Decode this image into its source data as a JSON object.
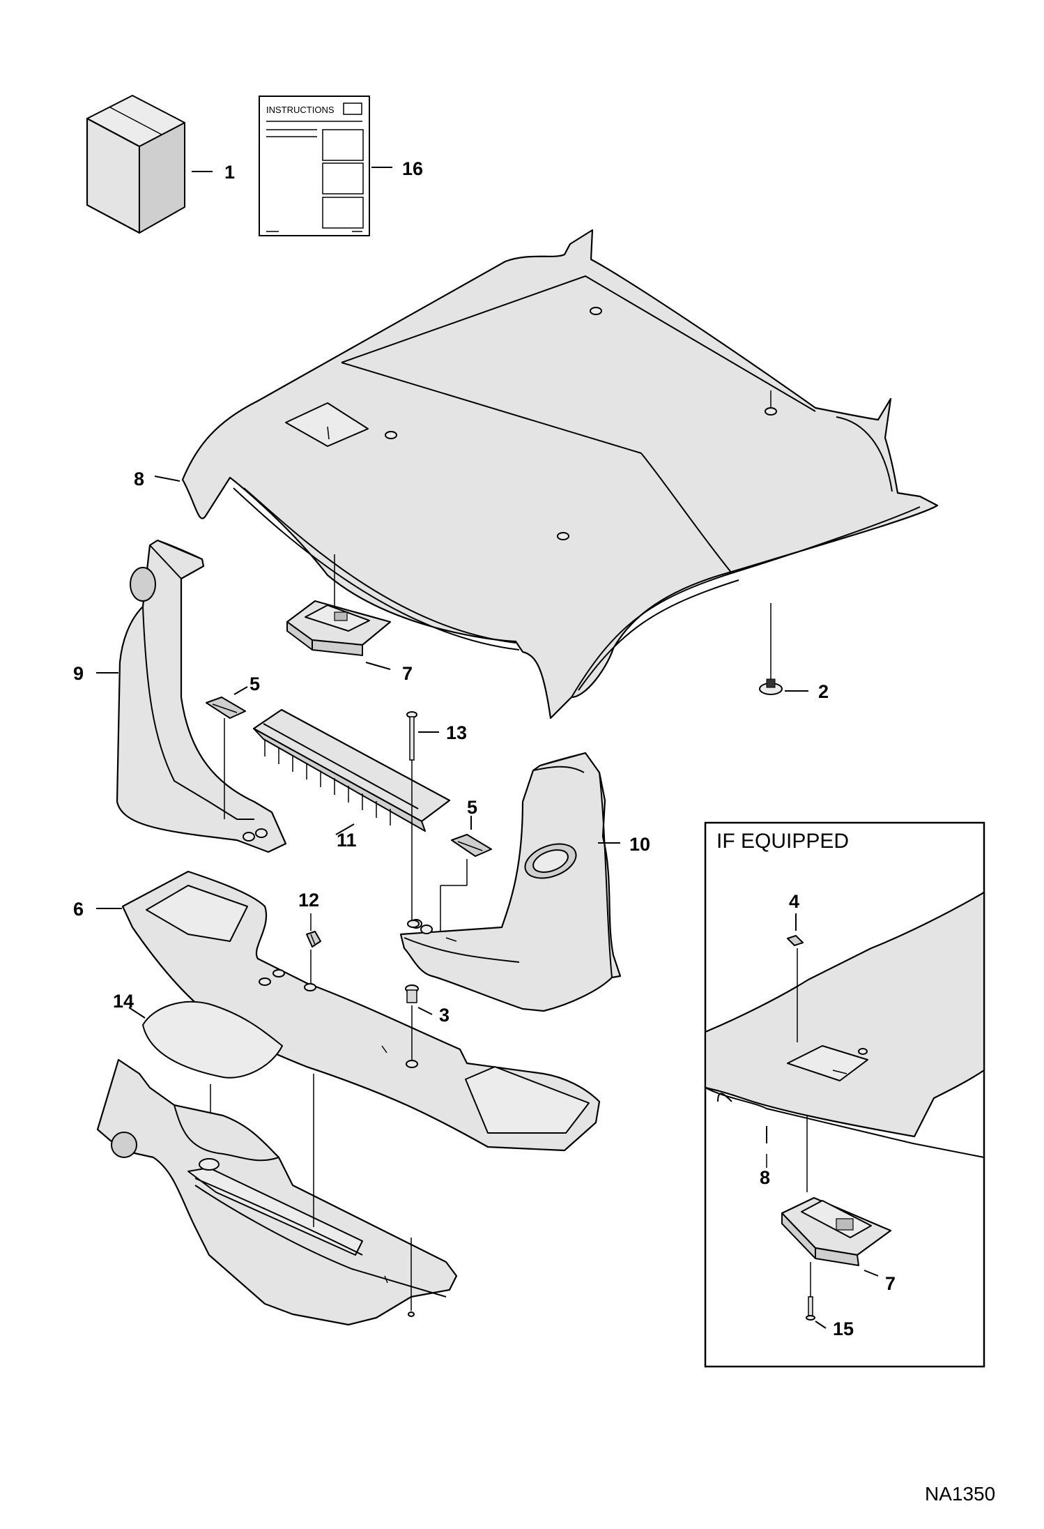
{
  "callouts": {
    "c1": "1",
    "c16": "16",
    "c8": "8",
    "c7": "7",
    "c2": "2",
    "c9": "9",
    "c5a": "5",
    "c13": "13",
    "c5b": "5",
    "c10": "10",
    "c11": "11",
    "c6": "6",
    "c12": "12",
    "c3": "3",
    "c14": "14"
  },
  "instructions_sheet": {
    "header": "INSTRUCTIONS"
  },
  "inset": {
    "title": "IF EQUIPPED",
    "callouts": {
      "c4": "4",
      "c8": "8",
      "c7": "7",
      "c15": "15"
    }
  },
  "document_id": "NA1350"
}
